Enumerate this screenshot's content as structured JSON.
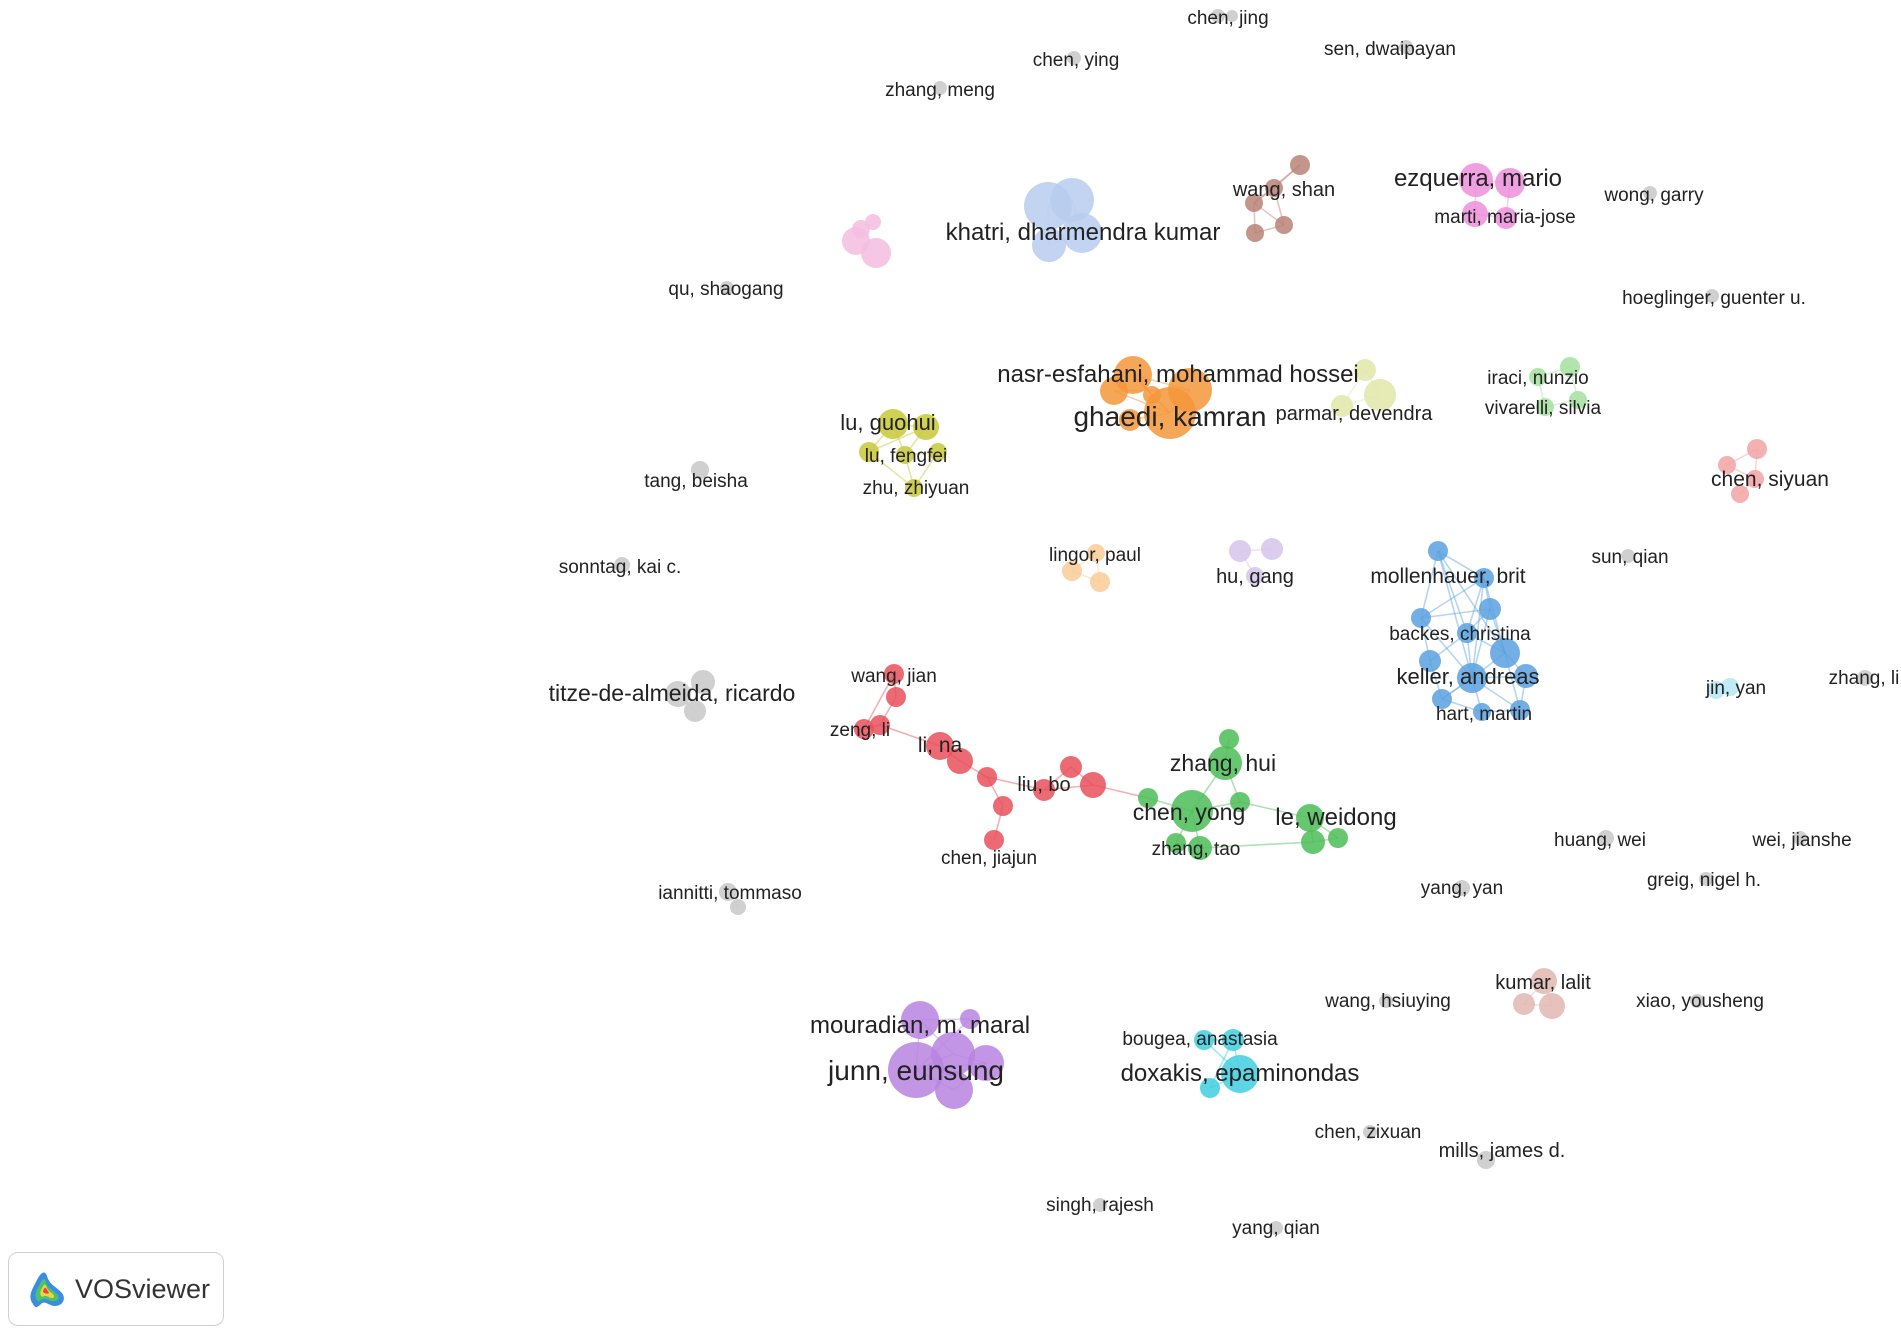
{
  "app": {
    "name": "VOSviewer"
  },
  "colors": {
    "grey": "#c8c8c8",
    "red": "#e8505b",
    "green": "#4cbd57",
    "orange": "#f5973a",
    "yellow": "#c8c83a",
    "lightblue": "#b7cdee",
    "blue": "#5aa1e0",
    "purple": "#b784e0",
    "cyan": "#3fcfe0",
    "brown": "#b88277",
    "magenta": "#ec8fdb",
    "pink": "#f3bde0",
    "lightgreen": "#a5e0a0",
    "salmon": "#f2a3a3",
    "peach": "#f9cb96",
    "lavender": "#d6c4ec",
    "paleyellow": "#e2e6a8",
    "lightcyan": "#b5e6f2",
    "rosybrown": "#e0b8b0"
  },
  "nodes": [
    {
      "id": "chen-jing",
      "label": "chen, jing",
      "color": "grey",
      "size": 7,
      "labelSize": 19
    },
    {
      "id": "sen-dwaipayan",
      "label": "sen, dwaipayan",
      "color": "grey",
      "size": 7,
      "labelSize": 19
    },
    {
      "id": "chen-ying",
      "label": "chen, ying",
      "color": "grey",
      "size": 7,
      "labelSize": 19
    },
    {
      "id": "zhang-meng",
      "label": "zhang, meng",
      "color": "grey",
      "size": 7,
      "labelSize": 19
    },
    {
      "id": "wong-garry",
      "label": "wong, garry",
      "color": "grey",
      "size": 7,
      "labelSize": 19
    },
    {
      "id": "qu-shaogang",
      "label": "qu, shaogang",
      "color": "grey",
      "size": 7,
      "labelSize": 19
    },
    {
      "id": "hoeglinger",
      "label": "hoeglinger, guenter u.",
      "color": "grey",
      "size": 7,
      "labelSize": 19
    },
    {
      "id": "tang-beisha",
      "label": "tang, beisha",
      "color": "grey",
      "size": 9,
      "labelSize": 19
    },
    {
      "id": "sonntag",
      "label": "sonntag, kai c.",
      "color": "grey",
      "size": 8,
      "labelSize": 19
    },
    {
      "id": "sun-qian",
      "label": "sun, qian",
      "color": "grey",
      "size": 7,
      "labelSize": 19
    },
    {
      "id": "titze",
      "label": "titze-de-almeida, ricardo",
      "color": "grey",
      "size": 13,
      "labelSize": 23
    },
    {
      "id": "zhang-li",
      "label": "zhang, li",
      "color": "grey",
      "size": 8,
      "labelSize": 19
    },
    {
      "id": "huang-wei",
      "label": "huang, wei",
      "color": "grey",
      "size": 8,
      "labelSize": 19
    },
    {
      "id": "wei-jianshe",
      "label": "wei, jianshe",
      "color": "grey",
      "size": 7,
      "labelSize": 19
    },
    {
      "id": "greig",
      "label": "greig, nigel h.",
      "color": "grey",
      "size": 7,
      "labelSize": 19
    },
    {
      "id": "yang-yan",
      "label": "yang, yan",
      "color": "grey",
      "size": 8,
      "labelSize": 19
    },
    {
      "id": "iannitti",
      "label": "iannitti, tommaso",
      "color": "grey",
      "size": 9,
      "labelSize": 19
    },
    {
      "id": "wang-hsiuying",
      "label": "wang, hsiuying",
      "color": "grey",
      "size": 7,
      "labelSize": 19
    },
    {
      "id": "xiao-yousheng",
      "label": "xiao, yousheng",
      "color": "grey",
      "size": 7,
      "labelSize": 19
    },
    {
      "id": "chen-zixuan",
      "label": "chen, zixuan",
      "color": "grey",
      "size": 7,
      "labelSize": 19
    },
    {
      "id": "mills",
      "label": "mills, james d.",
      "color": "grey",
      "size": 9,
      "labelSize": 20
    },
    {
      "id": "singh-rajesh",
      "label": "singh, rajesh",
      "color": "grey",
      "size": 7,
      "labelSize": 19
    },
    {
      "id": "yang-qian",
      "label": "yang, qian",
      "color": "grey",
      "size": 7,
      "labelSize": 19
    },
    {
      "id": "khatri",
      "label": "khatri, dharmendra kumar",
      "color": "lightblue",
      "size": 24,
      "labelSize": 24
    },
    {
      "id": "wang-shan",
      "label": "wang, shan",
      "color": "brown",
      "size": 9,
      "labelSize": 20
    },
    {
      "id": "ezquerra",
      "label": "ezquerra, mario",
      "color": "magenta",
      "size": 17,
      "labelSize": 24
    },
    {
      "id": "marti",
      "label": "marti, maria-jose",
      "color": "magenta",
      "size": 13,
      "labelSize": 19
    },
    {
      "id": "nasr",
      "label": "nasr-esfahani, mohammad hossei",
      "color": "orange",
      "size": 14,
      "labelSize": 24
    },
    {
      "id": "ghaedi",
      "label": "ghaedi, kamran",
      "color": "orange",
      "size": 26,
      "labelSize": 28
    },
    {
      "id": "parmar",
      "label": "parmar, devendra",
      "color": "paleyellow",
      "size": 11,
      "labelSize": 20
    },
    {
      "id": "iraci",
      "label": "iraci, nunzio",
      "color": "lightgreen",
      "size": 9,
      "labelSize": 19
    },
    {
      "id": "vivarelli",
      "label": "vivarelli, silvia",
      "color": "lightgreen",
      "size": 9,
      "labelSize": 19
    },
    {
      "id": "lu-guohui",
      "label": "lu, guohui",
      "color": "yellow",
      "size": 15,
      "labelSize": 22
    },
    {
      "id": "lu-fengfei",
      "label": "lu, fengfei",
      "color": "yellow",
      "size": 9,
      "labelSize": 19
    },
    {
      "id": "zhu-zhiyuan",
      "label": "zhu, zhiyuan",
      "color": "yellow",
      "size": 9,
      "labelSize": 19
    },
    {
      "id": "chen-siyuan",
      "label": "chen, siyuan",
      "color": "salmon",
      "size": 9,
      "labelSize": 21
    },
    {
      "id": "lingor",
      "label": "lingor, paul",
      "color": "peach",
      "size": 9,
      "labelSize": 19
    },
    {
      "id": "hu-gang",
      "label": "hu, gang",
      "color": "lavender",
      "size": 11,
      "labelSize": 20
    },
    {
      "id": "mollenhauer",
      "label": "mollenhauer, brit",
      "color": "blue",
      "size": 10,
      "labelSize": 21
    },
    {
      "id": "backes",
      "label": "backes, christina",
      "color": "blue",
      "size": 10,
      "labelSize": 19
    },
    {
      "id": "keller",
      "label": "keller, andreas",
      "color": "blue",
      "size": 15,
      "labelSize": 22
    },
    {
      "id": "hart-martin",
      "label": "hart, martin",
      "color": "blue",
      "size": 9,
      "labelSize": 19
    },
    {
      "id": "jin-yan",
      "label": "jin, yan",
      "color": "lightcyan",
      "size": 9,
      "labelSize": 19
    },
    {
      "id": "wang-jian",
      "label": "wang, jian",
      "color": "red",
      "size": 10,
      "labelSize": 19
    },
    {
      "id": "zeng-li",
      "label": "zeng, li",
      "color": "red",
      "size": 10,
      "labelSize": 19
    },
    {
      "id": "li-na",
      "label": "li, na",
      "color": "red",
      "size": 14,
      "labelSize": 21
    },
    {
      "id": "liu-bo",
      "label": "liu, bo",
      "color": "red",
      "size": 11,
      "labelSize": 20
    },
    {
      "id": "chen-jiajun",
      "label": "chen, jiajun",
      "color": "red",
      "size": 10,
      "labelSize": 19
    },
    {
      "id": "zhang-hui",
      "label": "zhang, hui",
      "color": "green",
      "size": 17,
      "labelSize": 23
    },
    {
      "id": "chen-yong",
      "label": "chen, yong",
      "color": "green",
      "size": 21,
      "labelSize": 23
    },
    {
      "id": "le-weidong",
      "label": "le, weidong",
      "color": "green",
      "size": 14,
      "labelSize": 24
    },
    {
      "id": "zhang-tao",
      "label": "zhang, tao",
      "color": "green",
      "size": 12,
      "labelSize": 19
    },
    {
      "id": "kumar-lalit",
      "label": "kumar, lalit",
      "color": "rosybrown",
      "size": 13,
      "labelSize": 20
    },
    {
      "id": "mouradian",
      "label": "mouradian, m. maral",
      "color": "purple",
      "size": 19,
      "labelSize": 24
    },
    {
      "id": "junn",
      "label": "junn, eunsung",
      "color": "purple",
      "size": 28,
      "labelSize": 28
    },
    {
      "id": "bougea",
      "label": "bougea, anastasia",
      "color": "cyan",
      "size": 10,
      "labelSize": 19
    },
    {
      "id": "doxakis",
      "label": "doxakis, epaminondas",
      "color": "cyan",
      "size": 19,
      "labelSize": 24
    }
  ],
  "unlabeled_nodes": [
    {
      "id": "u-chen-jing-2",
      "color": "grey",
      "size": 6
    },
    {
      "id": "u-titze-2",
      "color": "grey",
      "size": 12
    },
    {
      "id": "u-titze-3",
      "color": "grey",
      "size": 11
    },
    {
      "id": "u-iannitti-2",
      "color": "grey",
      "size": 8
    },
    {
      "id": "u-pink-1",
      "color": "pink",
      "size": 14
    },
    {
      "id": "u-pink-2",
      "color": "pink",
      "size": 15
    },
    {
      "id": "u-pink-3",
      "color": "pink",
      "size": 8
    },
    {
      "id": "u-pink-4",
      "color": "pink",
      "size": 9
    },
    {
      "id": "u-khatri-2",
      "color": "lightblue",
      "size": 22
    },
    {
      "id": "u-khatri-3",
      "color": "lightblue",
      "size": 20
    },
    {
      "id": "u-khatri-4",
      "color": "lightblue",
      "size": 17
    },
    {
      "id": "u-shan-2",
      "color": "brown",
      "size": 10
    },
    {
      "id": "u-shan-3",
      "color": "brown",
      "size": 9
    },
    {
      "id": "u-shan-4",
      "color": "brown",
      "size": 9
    },
    {
      "id": "u-shan-5",
      "color": "brown",
      "size": 9
    },
    {
      "id": "u-ezq-2",
      "color": "magenta",
      "size": 15
    },
    {
      "id": "u-ezq-3",
      "color": "magenta",
      "size": 11
    },
    {
      "id": "u-ghaedi-2",
      "color": "orange",
      "size": 22
    },
    {
      "id": "u-ghaedi-3",
      "color": "orange",
      "size": 19
    },
    {
      "id": "u-ghaedi-4",
      "color": "orange",
      "size": 11
    },
    {
      "id": "u-ghaedi-5",
      "color": "orange",
      "size": 9
    },
    {
      "id": "u-parmar-2",
      "color": "paleyellow",
      "size": 16
    },
    {
      "id": "u-parmar-3",
      "color": "paleyellow",
      "size": 11
    },
    {
      "id": "u-iraci-2",
      "color": "lightgreen",
      "size": 10
    },
    {
      "id": "u-iraci-3",
      "color": "lightgreen",
      "size": 9
    },
    {
      "id": "u-lu-2",
      "color": "yellow",
      "size": 13
    },
    {
      "id": "u-lu-3",
      "color": "yellow",
      "size": 10
    },
    {
      "id": "u-lu-4",
      "color": "yellow",
      "size": 9
    },
    {
      "id": "u-siyuan-2",
      "color": "salmon",
      "size": 10
    },
    {
      "id": "u-siyuan-3",
      "color": "salmon",
      "size": 9
    },
    {
      "id": "u-siyuan-4",
      "color": "salmon",
      "size": 9
    },
    {
      "id": "u-lingor-2",
      "color": "peach",
      "size": 10
    },
    {
      "id": "u-lingor-3",
      "color": "peach",
      "size": 10
    },
    {
      "id": "u-hugang-2",
      "color": "lavender",
      "size": 11
    },
    {
      "id": "u-hugang-3",
      "color": "lavender",
      "size": 9
    },
    {
      "id": "u-blue-1",
      "color": "blue",
      "size": 10
    },
    {
      "id": "u-blue-2",
      "color": "blue",
      "size": 10
    },
    {
      "id": "u-blue-3",
      "color": "blue",
      "size": 11
    },
    {
      "id": "u-blue-4",
      "color": "blue",
      "size": 15
    },
    {
      "id": "u-blue-5",
      "color": "blue",
      "size": 11
    },
    {
      "id": "u-blue-6",
      "color": "blue",
      "size": 10
    },
    {
      "id": "u-blue-7",
      "color": "blue",
      "size": 10
    },
    {
      "id": "u-blue-8",
      "color": "blue",
      "size": 12
    },
    {
      "id": "u-jinyan-2",
      "color": "lightcyan",
      "size": 9
    },
    {
      "id": "u-red-1",
      "color": "red",
      "size": 10
    },
    {
      "id": "u-red-2",
      "color": "red",
      "size": 10
    },
    {
      "id": "u-red-3",
      "color": "red",
      "size": 13
    },
    {
      "id": "u-red-4",
      "color": "red",
      "size": 10
    },
    {
      "id": "u-red-5",
      "color": "red",
      "size": 10
    },
    {
      "id": "u-red-6",
      "color": "red",
      "size": 11
    },
    {
      "id": "u-red-7",
      "color": "red",
      "size": 13
    },
    {
      "id": "u-red-8",
      "color": "red",
      "size": 10
    },
    {
      "id": "u-green-1",
      "color": "green",
      "size": 10
    },
    {
      "id": "u-green-2",
      "color": "green",
      "size": 10
    },
    {
      "id": "u-green-3",
      "color": "green",
      "size": 10
    },
    {
      "id": "u-green-4",
      "color": "green",
      "size": 12
    },
    {
      "id": "u-green-5",
      "color": "green",
      "size": 10
    },
    {
      "id": "u-green-6",
      "color": "green",
      "size": 10
    },
    {
      "id": "u-lalit-2",
      "color": "rosybrown",
      "size": 11
    },
    {
      "id": "u-lalit-3",
      "color": "rosybrown",
      "size": 13
    },
    {
      "id": "u-purple-1",
      "color": "purple",
      "size": 10
    },
    {
      "id": "u-purple-2",
      "color": "purple",
      "size": 22
    },
    {
      "id": "u-purple-3",
      "color": "purple",
      "size": 18
    },
    {
      "id": "u-purple-4",
      "color": "purple",
      "size": 19
    },
    {
      "id": "u-cyan-1",
      "color": "cyan",
      "size": 11
    },
    {
      "id": "u-cyan-2",
      "color": "cyan",
      "size": 10
    }
  ],
  "edges": [
    [
      "khatri",
      "u-khatri-2"
    ],
    [
      "khatri",
      "u-khatri-3"
    ],
    [
      "khatri",
      "u-khatri-4"
    ],
    [
      "u-khatri-2",
      "u-khatri-3"
    ],
    [
      "u-khatri-3",
      "u-khatri-4"
    ],
    [
      "wang-shan",
      "u-shan-2"
    ],
    [
      "wang-shan",
      "u-shan-3"
    ],
    [
      "wang-shan",
      "u-shan-4"
    ],
    [
      "wang-shan",
      "u-shan-5"
    ],
    [
      "u-shan-3",
      "u-shan-5"
    ],
    [
      "u-shan-4",
      "u-shan-5"
    ],
    [
      "u-shan-2",
      "u-shan-3"
    ],
    [
      "ezquerra",
      "u-ezq-2"
    ],
    [
      "ezquerra",
      "marti"
    ],
    [
      "marti",
      "u-ezq-3"
    ],
    [
      "u-ezq-2",
      "u-ezq-3"
    ],
    [
      "ghaedi",
      "u-ghaedi-2"
    ],
    [
      "ghaedi",
      "u-ghaedi-3"
    ],
    [
      "ghaedi",
      "nasr"
    ],
    [
      "ghaedi",
      "u-ghaedi-4"
    ],
    [
      "ghaedi",
      "u-ghaedi-5"
    ],
    [
      "u-ghaedi-2",
      "nasr"
    ],
    [
      "u-ghaedi-3",
      "u-ghaedi-5"
    ],
    [
      "u-ghaedi-2",
      "u-ghaedi-3"
    ],
    [
      "parmar",
      "u-parmar-2"
    ],
    [
      "parmar",
      "u-parmar-3"
    ],
    [
      "u-parmar-2",
      "u-parmar-3"
    ],
    [
      "iraci",
      "u-iraci-2"
    ],
    [
      "iraci",
      "vivarelli"
    ],
    [
      "u-iraci-2",
      "u-iraci-3"
    ],
    [
      "vivarelli",
      "u-iraci-3"
    ],
    [
      "lu-guohui",
      "u-lu-2"
    ],
    [
      "lu-guohui",
      "lu-fengfei"
    ],
    [
      "lu-guohui",
      "u-lu-3"
    ],
    [
      "u-lu-2",
      "lu-fengfei"
    ],
    [
      "lu-fengfei",
      "zhu-zhiyuan"
    ],
    [
      "u-lu-3",
      "zhu-zhiyuan"
    ],
    [
      "u-lu-4",
      "zhu-zhiyuan"
    ],
    [
      "u-lu-4",
      "lu-fengfei"
    ],
    [
      "u-lu-2",
      "u-lu-3"
    ],
    [
      "chen-siyuan",
      "u-siyuan-2"
    ],
    [
      "chen-siyuan",
      "u-siyuan-3"
    ],
    [
      "chen-siyuan",
      "u-siyuan-4"
    ],
    [
      "u-siyuan-2",
      "u-siyuan-3"
    ],
    [
      "lingor",
      "u-lingor-2"
    ],
    [
      "lingor",
      "u-lingor-3"
    ],
    [
      "u-lingor-2",
      "u-lingor-3"
    ],
    [
      "hu-gang",
      "u-hugang-2"
    ],
    [
      "hu-gang",
      "u-hugang-3"
    ],
    [
      "mollenhauer",
      "u-blue-1"
    ],
    [
      "mollenhauer",
      "u-blue-2"
    ],
    [
      "mollenhauer",
      "u-blue-3"
    ],
    [
      "mollenhauer",
      "backes"
    ],
    [
      "mollenhauer",
      "u-blue-4"
    ],
    [
      "mollenhauer",
      "keller"
    ],
    [
      "u-blue-1",
      "u-blue-2"
    ],
    [
      "u-blue-1",
      "backes"
    ],
    [
      "u-blue-1",
      "u-blue-4"
    ],
    [
      "u-blue-1",
      "keller"
    ],
    [
      "u-blue-2",
      "u-blue-3"
    ],
    [
      "u-blue-2",
      "u-blue-5"
    ],
    [
      "u-blue-2",
      "keller"
    ],
    [
      "u-blue-3",
      "backes"
    ],
    [
      "u-blue-3",
      "u-blue-4"
    ],
    [
      "u-blue-3",
      "keller"
    ],
    [
      "backes",
      "u-blue-4"
    ],
    [
      "backes",
      "keller"
    ],
    [
      "backes",
      "u-blue-5"
    ],
    [
      "u-blue-4",
      "keller"
    ],
    [
      "u-blue-4",
      "u-blue-7"
    ],
    [
      "keller",
      "hart-martin"
    ],
    [
      "keller",
      "u-blue-6"
    ],
    [
      "keller",
      "u-blue-7"
    ],
    [
      "keller",
      "u-blue-8"
    ],
    [
      "u-blue-5",
      "u-blue-6"
    ],
    [
      "u-blue-6",
      "hart-martin"
    ],
    [
      "hart-martin",
      "u-blue-7"
    ],
    [
      "u-blue-7",
      "u-blue-8"
    ],
    [
      "u-blue-8",
      "u-blue-4"
    ],
    [
      "u-blue-6",
      "keller"
    ],
    [
      "jin-yan",
      "u-jinyan-2"
    ],
    [
      "wang-jian",
      "u-red-1"
    ],
    [
      "wang-jian",
      "zeng-li"
    ],
    [
      "u-red-1",
      "u-red-2"
    ],
    [
      "u-red-2",
      "zeng-li"
    ],
    [
      "u-red-2",
      "li-na"
    ],
    [
      "li-na",
      "u-red-3"
    ],
    [
      "u-red-3",
      "u-red-4"
    ],
    [
      "u-red-4",
      "u-red-5"
    ],
    [
      "u-red-5",
      "chen-jiajun"
    ],
    [
      "u-red-4",
      "liu-bo"
    ],
    [
      "liu-bo",
      "u-red-6"
    ],
    [
      "liu-bo",
      "u-red-7"
    ],
    [
      "u-red-6",
      "u-red-7"
    ],
    [
      "u-red-7",
      "u-green-1"
    ],
    [
      "u-green-1",
      "chen-yong"
    ],
    [
      "chen-yong",
      "zhang-hui"
    ],
    [
      "chen-yong",
      "u-green-2"
    ],
    [
      "chen-yong",
      "zhang-tao"
    ],
    [
      "chen-yong",
      "u-green-3"
    ],
    [
      "zhang-hui",
      "u-green-5"
    ],
    [
      "zhang-hui",
      "u-green-2"
    ],
    [
      "u-green-3",
      "zhang-tao"
    ],
    [
      "u-green-2",
      "le-weidong"
    ],
    [
      "le-weidong",
      "u-green-4"
    ],
    [
      "le-weidong",
      "u-green-6"
    ],
    [
      "u-green-4",
      "u-green-6"
    ],
    [
      "zhang-tao",
      "u-green-4"
    ],
    [
      "kumar-lalit",
      "u-lalit-2"
    ],
    [
      "kumar-lalit",
      "u-lalit-3"
    ],
    [
      "u-lalit-2",
      "u-lalit-3"
    ],
    [
      "junn",
      "mouradian"
    ],
    [
      "junn",
      "u-purple-1"
    ],
    [
      "junn",
      "u-purple-2"
    ],
    [
      "junn",
      "u-purple-3"
    ],
    [
      "junn",
      "u-purple-4"
    ],
    [
      "mouradian",
      "u-purple-1"
    ],
    [
      "mouradian",
      "u-purple-2"
    ],
    [
      "u-purple-2",
      "u-purple-3"
    ],
    [
      "u-purple-3",
      "u-purple-4"
    ],
    [
      "doxakis",
      "bougea"
    ],
    [
      "doxakis",
      "u-cyan-1"
    ],
    [
      "doxakis",
      "u-cyan-2"
    ],
    [
      "bougea",
      "u-cyan-1"
    ],
    [
      "u-cyan-1",
      "u-cyan-2"
    ],
    [
      "titze",
      "u-titze-2"
    ],
    [
      "titze",
      "u-titze-3"
    ],
    [
      "iannitti",
      "u-iannitti-2"
    ],
    [
      "chen-jing",
      "u-chen-jing-2"
    ]
  ]
}
